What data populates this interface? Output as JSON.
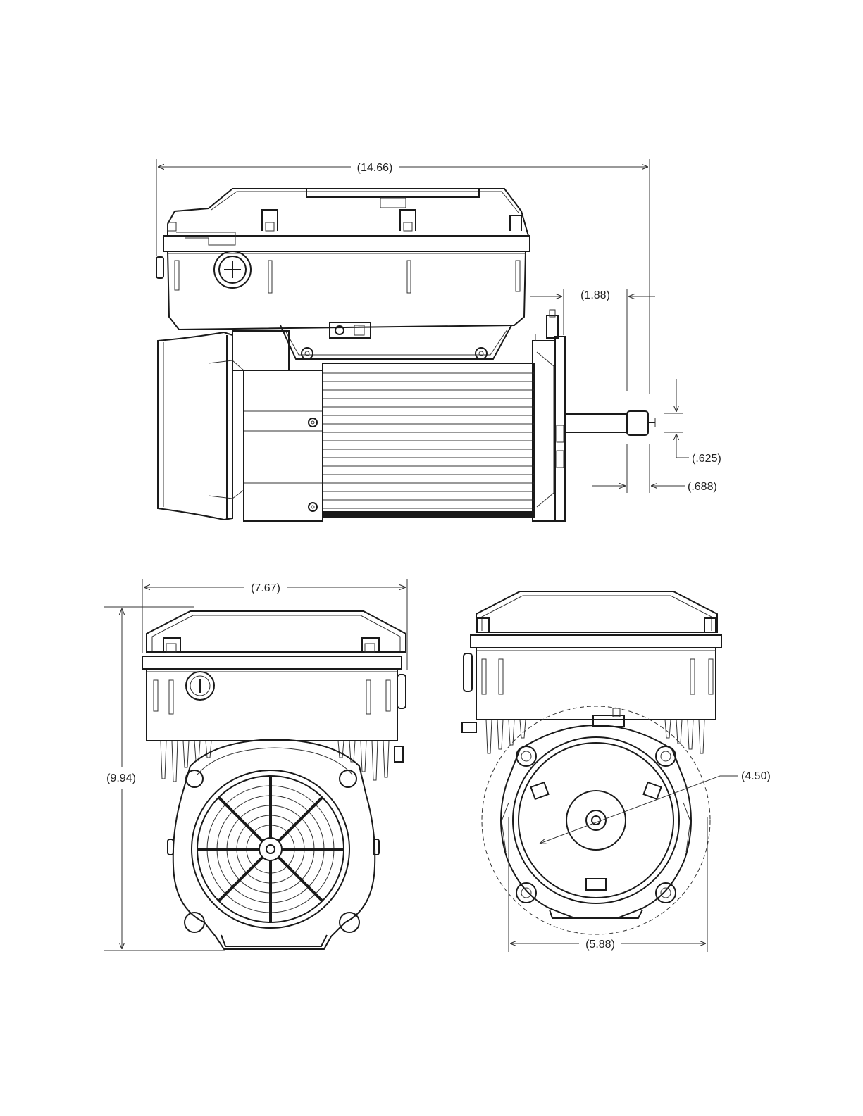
{
  "dimensions": {
    "overall_length": "(14.66)",
    "shaft_extension": "(1.88)",
    "shaft_diameter": "(.625)",
    "shaft_flat": "(.688)",
    "width": "(7.67)",
    "height": "(9.94)",
    "bolt_circle": "(4.50)",
    "mount_width": "(5.88)"
  }
}
